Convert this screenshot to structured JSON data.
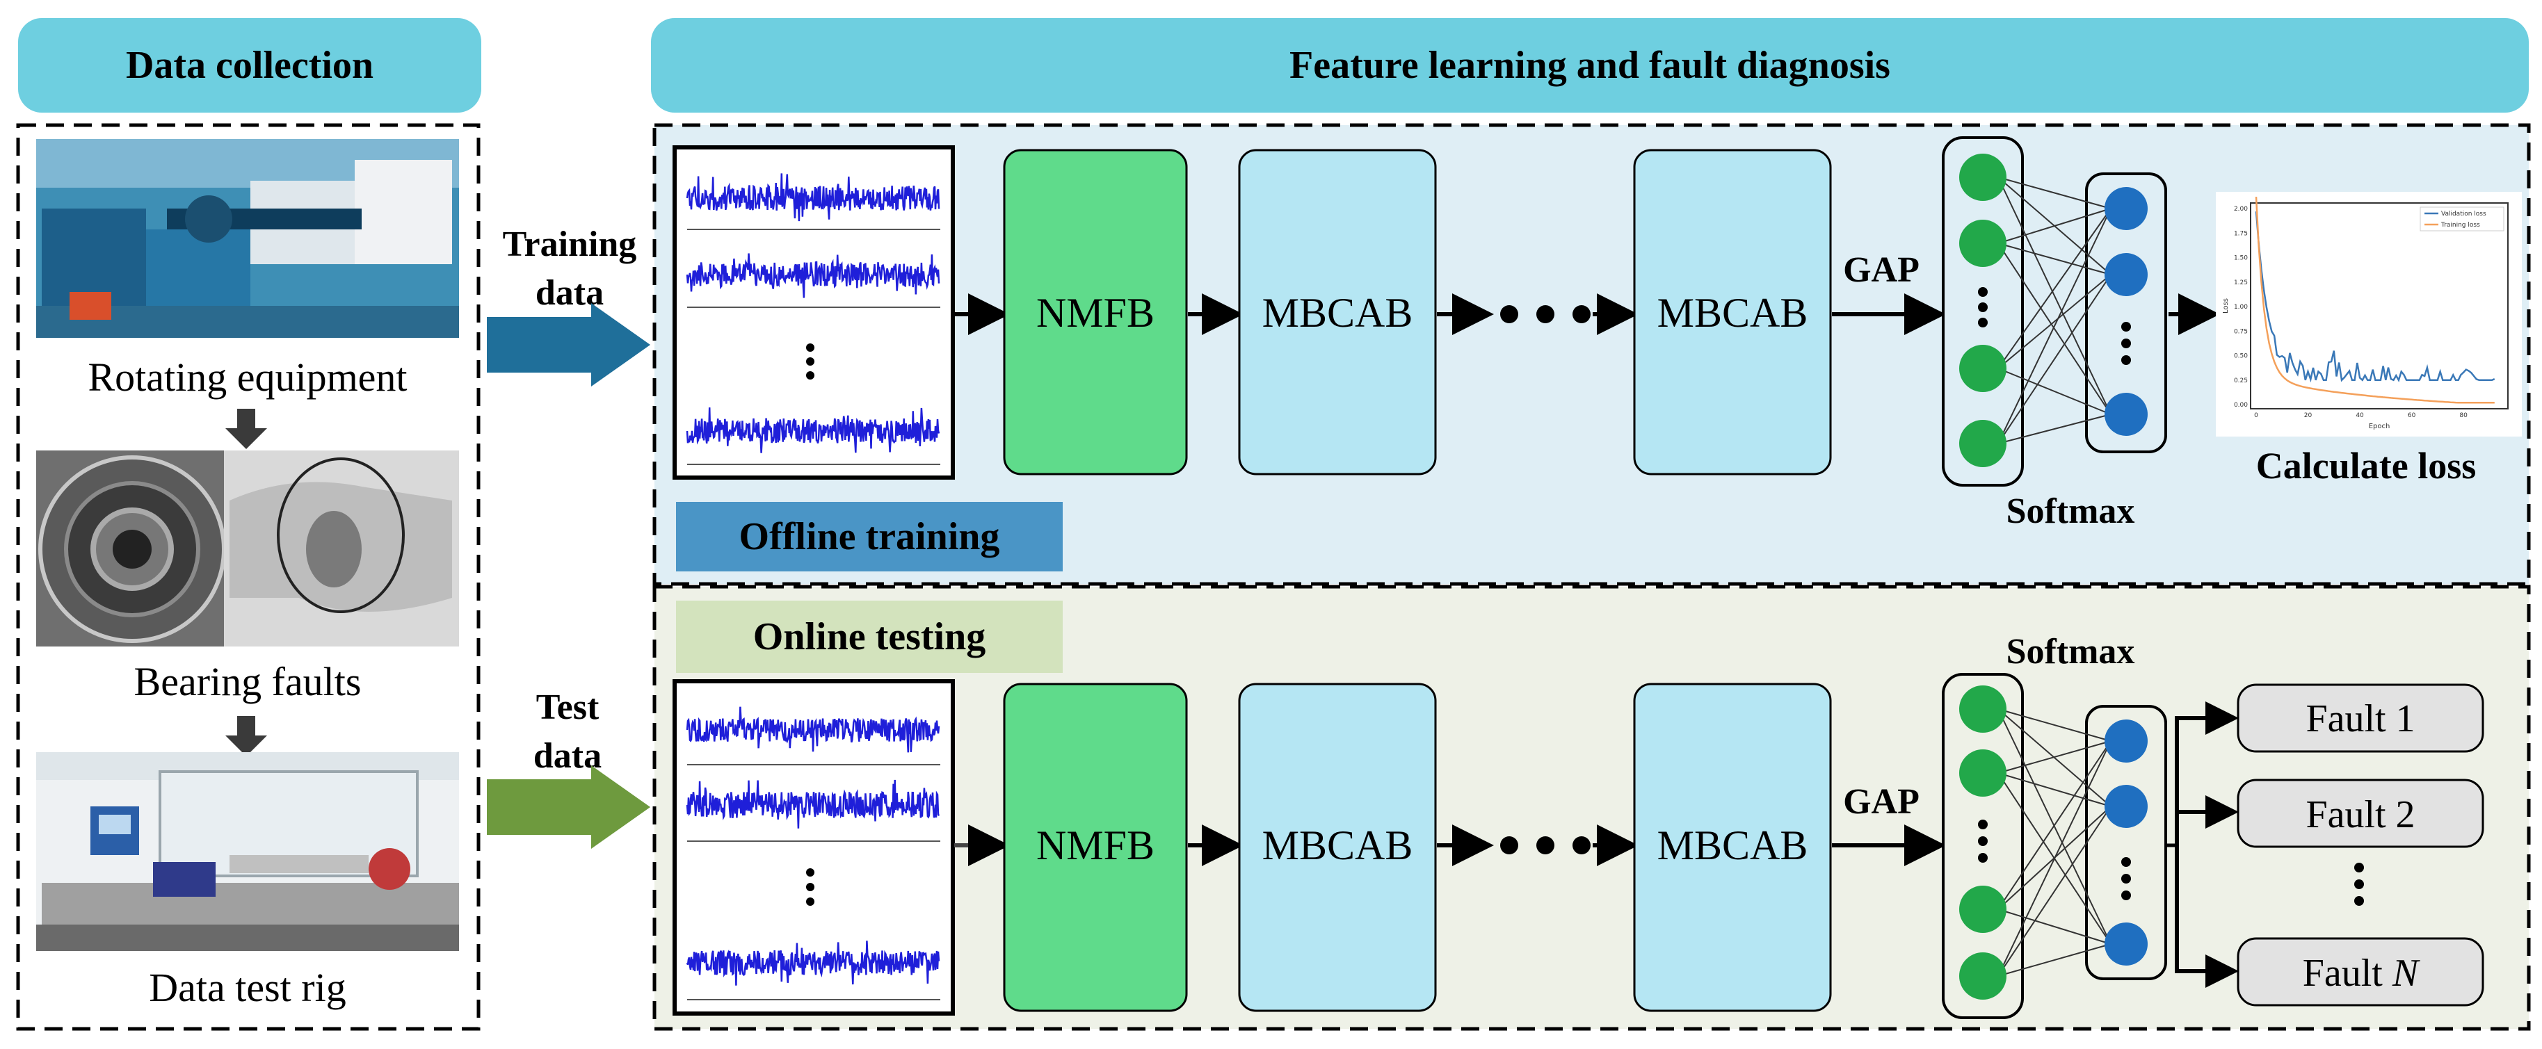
{
  "headers": {
    "data_collection": "Data collection",
    "feature_learning": "Feature learning and fault diagnosis"
  },
  "left_panel": {
    "rotating_equipment": "Rotating equipment",
    "bearing_faults": "Bearing faults",
    "data_test_rig": "Data test rig"
  },
  "flows": {
    "training_line1": "Training",
    "training_line2": "data",
    "test_line1": "Test",
    "test_line2": "data"
  },
  "sections": {
    "offline": "Offline training",
    "online": "Online testing"
  },
  "blocks": {
    "nmfb": "NMFB",
    "mbcab": "MBCAB",
    "gap": "GAP",
    "softmax": "Softmax",
    "calculate_loss": "Calculate loss"
  },
  "outputs": {
    "fault1": "Fault 1",
    "fault2": "Fault 2",
    "faultN_prefix": "Fault ",
    "faultN_var": "N"
  },
  "loss_plot": {
    "legend_validation": "Validation loss",
    "legend_training": "Training loss",
    "xlabel": "Epoch",
    "ylabel": "Loss",
    "yticks": [
      "2.00",
      "1.75",
      "1.50",
      "1.25",
      "1.00",
      "0.75",
      "0.50",
      "0.25",
      "0.00"
    ],
    "xticks": [
      "0",
      "20",
      "40",
      "60",
      "80"
    ]
  },
  "colors": {
    "header_fill": "#6ecfe0",
    "offline_bg": "#dfeef5",
    "online_bg": "#eef1e7",
    "nmfb_fill": "#5fdb8b",
    "mbcab_fill": "#b5e6f3",
    "offline_label_fill": "#4a95c6",
    "online_label_fill": "#d3e3bd",
    "training_arrow": "#1f6f9a",
    "test_arrow": "#6e9a3e",
    "node_green": "#22a84a",
    "node_blue": "#1f6fc0",
    "output_fill": "#e2e2e2",
    "signal": "#1f1fd9",
    "validation_line": "#3a78b7",
    "training_line": "#f4a05a"
  }
}
